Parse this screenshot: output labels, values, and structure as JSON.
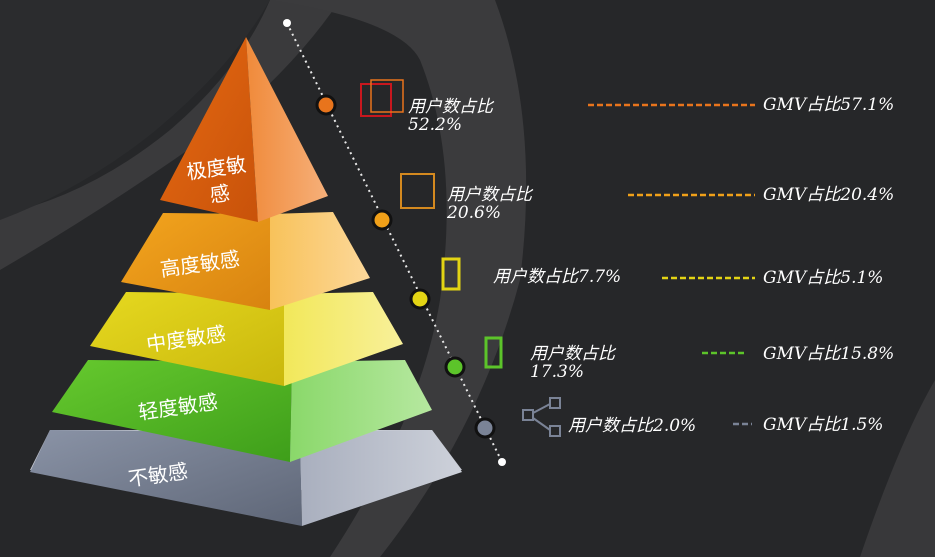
{
  "levels": [
    {
      "label": "极度敏感",
      "user_label": "用户数占比",
      "user_pct": "52.2%",
      "gmv_text": "GMV占比57.1%",
      "color": "#E8741C"
    },
    {
      "label": "高度敏感",
      "user_label": "用户数占比",
      "user_pct": "20.6%",
      "gmv_text": "GMV占比20.4%",
      "color": "#F0A019"
    },
    {
      "label": "中度敏感",
      "user_text": "用户数占比7.7%",
      "gmv_text": "GMV占比5.1%",
      "color": "#E3D414"
    },
    {
      "label": "轻度敏感",
      "user_label": "用户数占比",
      "user_pct": "17.3%",
      "gmv_text": "GMV占比15.8%",
      "color": "#5CC42A"
    },
    {
      "label": "不敏感",
      "user_text": "用户数占比2.0%",
      "gmv_text": "GMV占比1.5%",
      "color": "#7A8396"
    }
  ]
}
